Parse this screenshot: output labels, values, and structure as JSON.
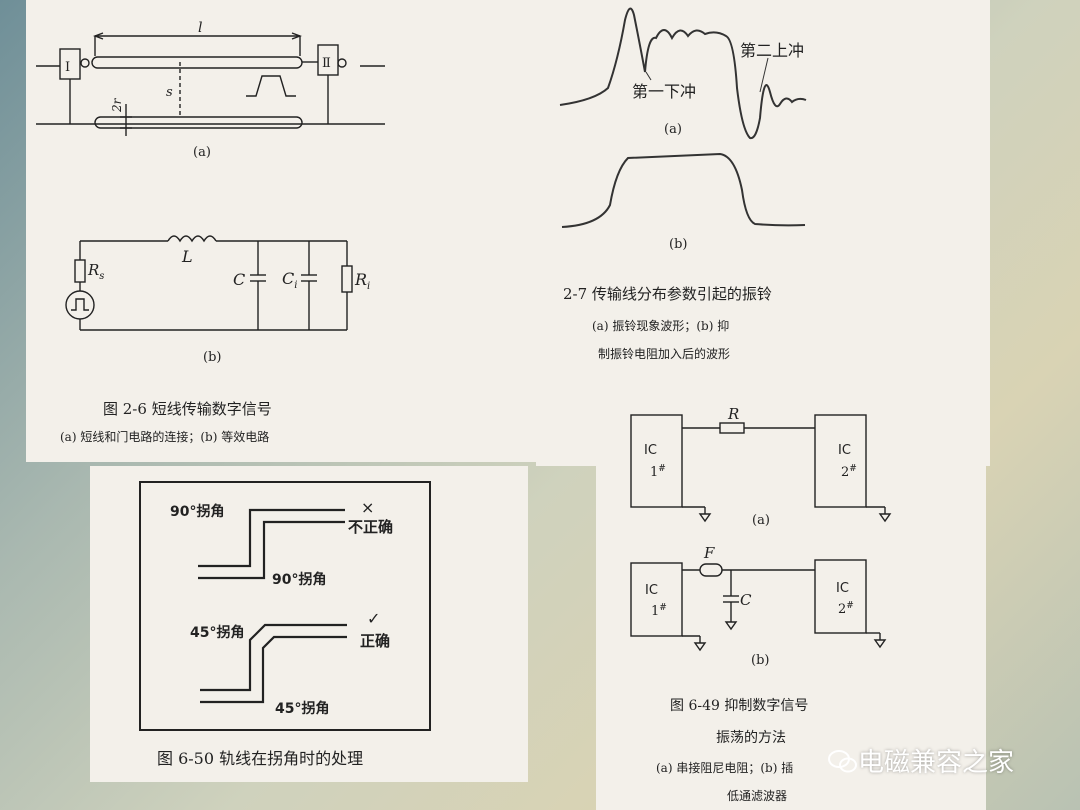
{
  "fig_2_6": {
    "sub_a": "(a)",
    "length_label": "l",
    "gate_1": "Ⅰ",
    "gate_2": "Ⅱ",
    "spacing_label": "s",
    "radius_label": "2r",
    "sub_b": "(b)",
    "rs_label": "R",
    "rs_sub": "s",
    "l_label": "L",
    "c_label": "C",
    "ci_label": "C",
    "ci_sub": "i",
    "ri_label": "R",
    "ri_sub": "i",
    "caption": "图 2-6   短线传输数字信号",
    "subcaption": "(a) 短线和门电路的连接；(b) 等效电路"
  },
  "fig_2_7": {
    "label_second_overshoot": "第二上冲",
    "label_first_undershoot": "第一下冲",
    "sub_a": "(a)",
    "sub_b": "(b)",
    "caption": "2-7   传输线分布参数引起的振铃",
    "subcaption_1": "(a) 振铃现象波形；(b) 抑",
    "subcaption_2": "制振铃电阻加入后的波形"
  },
  "fig_6_49": {
    "r_label": "R",
    "f_label": "F",
    "c_label": "C",
    "ic": "IC",
    "ic1": "1",
    "ic2": "2",
    "hash": "#",
    "sub_a": "(a)",
    "sub_b": "(b)",
    "caption_1": "图 6-49   抑制数字信号",
    "caption_2": "振荡的方法",
    "subcaption_1": "(a) 串接阻尼电阻；(b) 插",
    "subcaption_2": "低通滤波器"
  },
  "fig_6_50": {
    "label_90_top": "90°拐角",
    "mark_wrong": "×",
    "label_wrong": "不正确",
    "label_90_bottom": "90°拐角",
    "label_45_top": "45°拐角",
    "mark_right": "✓",
    "label_right": "正确",
    "label_45_bottom": "45°拐角",
    "caption": "图 6-50   轨线在拐角时的处理"
  },
  "watermark": "电磁兼容之家"
}
